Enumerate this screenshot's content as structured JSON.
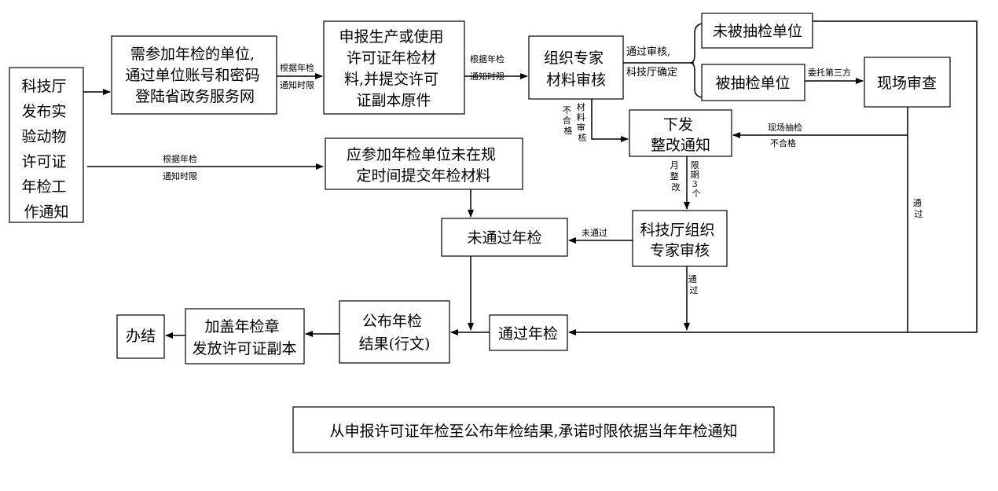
{
  "nodes": {
    "publish_notice": [
      "科技厅",
      "发布实",
      "验动物",
      "许可证",
      "年检工",
      "作通知"
    ],
    "units_login": [
      "需参加年检的单位,",
      "通过单位账号和密码",
      "登陆省政务服务网"
    ],
    "submit_materials": [
      "申报生产或使用",
      "许可证年检材",
      "料,并提交许可",
      "证副本原件"
    ],
    "expert_review": [
      "组织专家",
      "材料审核"
    ],
    "not_sampled": [
      "未被抽检单位"
    ],
    "sampled": [
      "被抽检单位"
    ],
    "onsite_review": [
      "现场审查"
    ],
    "rectify_notice": [
      "下发",
      "整改通知"
    ],
    "late_submit": [
      "应参加年检单位未在规",
      "定时间提交年检材料"
    ],
    "failed": [
      "未通过年检"
    ],
    "dept_expert_review": [
      "科技厅组织",
      "专家审核"
    ],
    "passed": [
      "通过年检"
    ],
    "publish_result": [
      "公布年检",
      "结果(行文)"
    ],
    "stamp_issue": [
      "加盖年检章",
      "发放许可证副本"
    ],
    "done": [
      "办结"
    ]
  },
  "labels": {
    "deadline_1": [
      "根据年检",
      "通知时限"
    ],
    "deadline_2": [
      "根据年检",
      "通知时限"
    ],
    "deadline_3": [
      "根据年检",
      "通知时限"
    ],
    "review_pass": [
      "通过审核,",
      "科技厅确定"
    ],
    "entrust": "委托第三方",
    "material_fail": [
      "不",
      "合",
      "格"
    ],
    "material_review": [
      "材",
      "料",
      "审",
      "核"
    ],
    "onsite_fail": [
      "现场抽检",
      "不合格"
    ],
    "limit_period": [
      "限",
      "期",
      "3",
      "个"
    ],
    "month_rectify": [
      "月",
      "整",
      "改"
    ],
    "onsite_pass": [
      "通",
      "过"
    ],
    "not_pass": "未通过",
    "expert_pass": [
      "通",
      "过"
    ]
  },
  "footer_note": "从申报许可证年检至公布年检结果,承诺时限依据当年年检通知"
}
